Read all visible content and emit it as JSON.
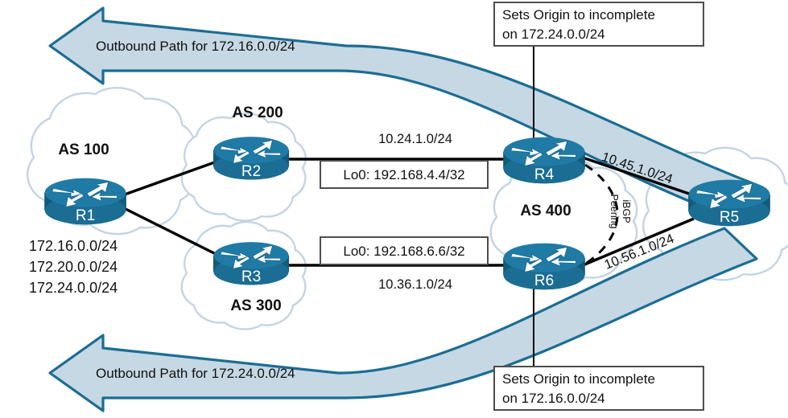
{
  "diagram": {
    "title": "BGP Origin Attribute Topology",
    "colors": {
      "router_body": "#1b6d93",
      "router_top": "#1f7ba6",
      "router_dark": "#155a7a",
      "cloud_stroke": "#c3d4e4",
      "band_fill": "#c6d8e4",
      "band_stroke": "#1b6d93",
      "line": "#000000",
      "box_stroke": "#4d4d4d",
      "text": "#111111"
    },
    "clouds": [
      {
        "name": "as100",
        "label": "AS 100"
      },
      {
        "name": "as200",
        "label": "AS 200"
      },
      {
        "name": "as300",
        "label": "AS 300"
      },
      {
        "name": "as400",
        "label": "AS 400"
      },
      {
        "name": "as500",
        "label": ""
      }
    ],
    "routers": [
      {
        "id": "r1",
        "label": "R1"
      },
      {
        "id": "r2",
        "label": "R2"
      },
      {
        "id": "r3",
        "label": "R3"
      },
      {
        "id": "r4",
        "label": "R4"
      },
      {
        "id": "r5",
        "label": "R5"
      },
      {
        "id": "r6",
        "label": "R6"
      }
    ],
    "prefixes_r1": [
      "172.16.0.0/24",
      "172.20.0.0/24",
      "172.24.0.0/24"
    ],
    "link_labels": [
      {
        "name": "r2-r4-link",
        "text": "10.24.1.0/24"
      },
      {
        "name": "r3-r6-link",
        "text": "10.36.1.0/24"
      },
      {
        "name": "r4-r5-link",
        "text": "10.45.1.0/24"
      },
      {
        "name": "r6-r5-link",
        "text": "10.56.1.0/24"
      }
    ],
    "loopbacks": [
      {
        "name": "r4-loopback",
        "text": "Lo0: 192.168.4.4/32"
      },
      {
        "name": "r6-loopback",
        "text": "Lo0: 192.168.6.6/32"
      }
    ],
    "ibgp_peering": {
      "line1": "iBGP",
      "line2": "Peering"
    },
    "bands": [
      {
        "name": "outbound-path-top",
        "text": "Outbound Path for 172.16.0.0/24"
      },
      {
        "name": "outbound-path-bottom",
        "text": "Outbound Path for 172.24.0.0/24"
      }
    ],
    "callouts": [
      {
        "name": "callout-r4",
        "line1": "Sets Origin to incomplete",
        "line2": "on 172.24.0.0/24"
      },
      {
        "name": "callout-r6",
        "line1": "Sets Origin to incomplete",
        "line2": "on 172.16.0.0/24"
      }
    ]
  }
}
